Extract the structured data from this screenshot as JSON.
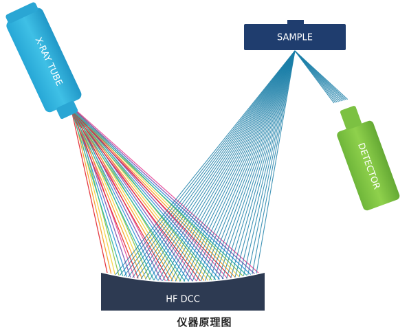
{
  "diagram": {
    "components": {
      "xray_tube": {
        "label": "X-RAY TUBE",
        "color": "#2fb0da"
      },
      "sample": {
        "label": "SAMPLE",
        "color": "#1f3d6e"
      },
      "detector": {
        "label": "DETECTOR",
        "color": "#7cc142"
      },
      "hf_dcc": {
        "label": "HF DCC",
        "color": "#2d3a52"
      }
    },
    "beam_colors": [
      "#e2232b",
      "#f59b1f",
      "#f5d33a",
      "#8ac43f",
      "#27b3a3",
      "#2b8fd6",
      "#7a4fb0",
      "#e54a9a"
    ],
    "diffracted_color": "#1b7fa8",
    "caption": "仪器原理图"
  }
}
